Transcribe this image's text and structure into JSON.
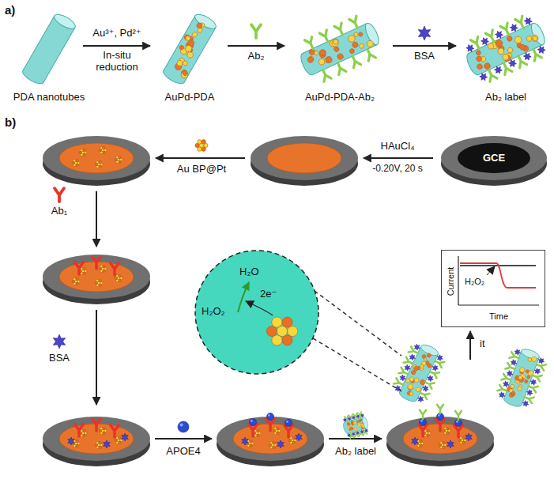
{
  "diagram": {
    "nodes": [
      {
        "text": [
          "GCE"
        ]
      },
      {
        "text": [
          "H₂O",
          "H₂O₂",
          "2e⁻"
        ]
      },
      {
        "text": [
          "Current",
          "H₂O₂",
          "Time"
        ]
      }
    ],
    "labels": [
      "a)",
      "Au³⁺, Pd²⁺",
      "In-situ reduction",
      "Ab₂",
      "BSA",
      "PDA nanotubes",
      "AuPd-PDA",
      "AuPd-PDA-Ab₂",
      "Ab₂ label",
      "b)",
      "HAuCl₄",
      "-0.20V, 20 s",
      "Au BP@Pt",
      "Ab₁",
      "BSA",
      "APOE4",
      "Ab₂ label",
      "it"
    ]
  }
}
